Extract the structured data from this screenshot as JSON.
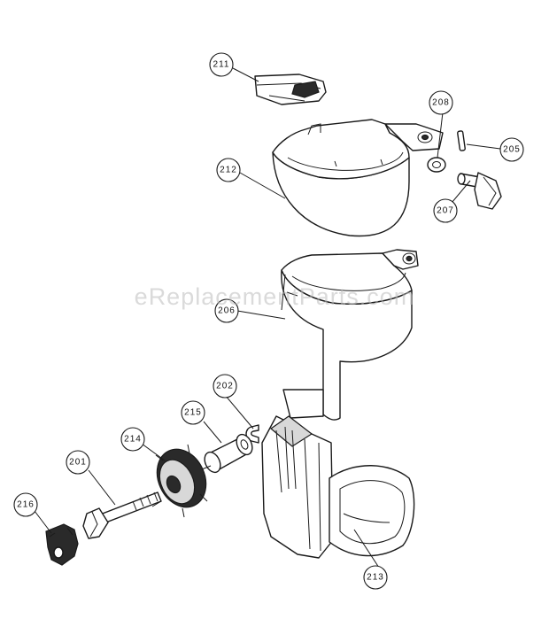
{
  "watermark": "eReplacementParts.com",
  "callouts": {
    "c201": "201",
    "c202": "202",
    "c205": "205",
    "c206": "206",
    "c207": "207",
    "c208": "208",
    "c211": "211",
    "c212": "212",
    "c213": "213",
    "c214": "214",
    "c215": "215",
    "c216": "216"
  }
}
